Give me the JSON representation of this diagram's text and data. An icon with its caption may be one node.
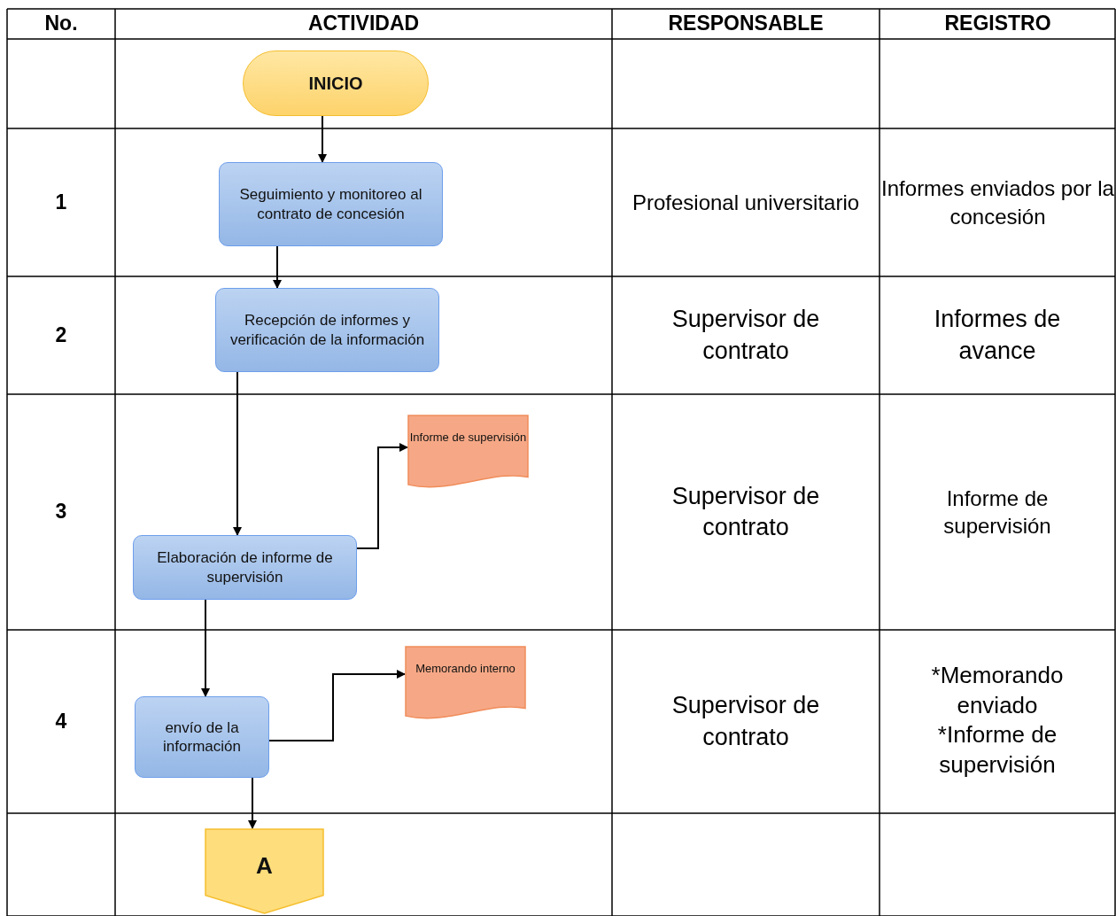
{
  "diagram": {
    "nodes": [
      {
        "text": [
          "INICIO"
        ]
      },
      {
        "text": [
          "Seguimiento y monitoreo al contrato de concesión"
        ]
      },
      {
        "text": [
          "Recepción de informes y verificación de la información"
        ]
      },
      {
        "text": [
          "Informe de supervisión"
        ]
      },
      {
        "text": [
          "Elaboración de informe de supervisión"
        ]
      },
      {
        "text": [
          "Memorando interno"
        ]
      },
      {
        "text": [
          "envío de la información"
        ]
      },
      {
        "text": [
          "A"
        ]
      }
    ],
    "edges": [
      {
        "from": 0,
        "to": 1,
        "arrow": "to"
      },
      {
        "from": 1,
        "to": 2,
        "arrow": "to"
      },
      {
        "from": 2,
        "to": 4,
        "arrow": "to"
      },
      {
        "from": 4,
        "to": 3,
        "arrow": "to"
      },
      {
        "from": 4,
        "to": 6,
        "arrow": "to"
      },
      {
        "from": 6,
        "to": 5,
        "arrow": "to"
      },
      {
        "from": 6,
        "to": 7,
        "arrow": "to"
      }
    ],
    "labels": [
      "No.",
      "ACTIVIDAD",
      "RESPONSABLE",
      "REGISTRO",
      "1",
      "Profesional universitario",
      "Informes enviados por la concesión",
      "2",
      "Supervisor de contrato",
      "Informes de avance",
      "3",
      "Supervisor de contrato",
      "Informe de supervisión",
      "4",
      "Supervisor de contrato",
      "*Memorando enviado",
      "*Informe de supervisión"
    ]
  }
}
